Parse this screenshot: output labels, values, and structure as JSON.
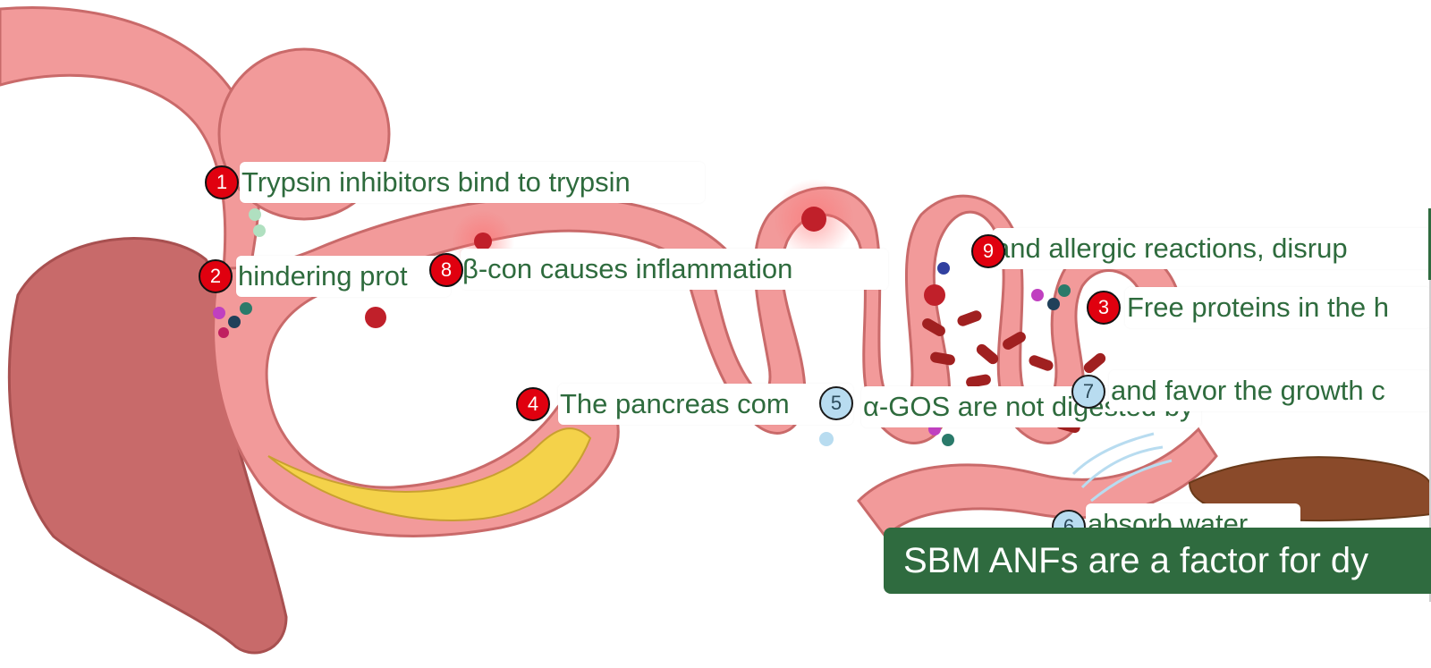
{
  "diagram": {
    "colors": {
      "gut_fill": "#f29a9a",
      "gut_outline": "#c96a6a",
      "liver": "#c86a6a",
      "pancreas": "#f4d24a",
      "stool": "#8a4a2a",
      "label_text": "#2e6b3d",
      "red_marker": "#e0000f",
      "blue_marker": "#b8dcf0",
      "banner_bg": "#2f6b3f"
    },
    "callouts": [
      {
        "number": "1",
        "text": "Trypsin inhibitors bind to trypsin",
        "style": "red"
      },
      {
        "number": "2",
        "text": "hindering prot",
        "style": "red"
      },
      {
        "number": "8",
        "text": "β-con causes inflammation",
        "style": "red"
      },
      {
        "number": "9",
        "text": "and allergic reactions, disrup",
        "style": "red"
      },
      {
        "number": "3",
        "text": "Free proteins in the h",
        "style": "red"
      },
      {
        "number": "4",
        "text": "The pancreas com",
        "style": "red"
      },
      {
        "number": "5",
        "text": "α-GOS are not digested by pro",
        "style": "blue"
      },
      {
        "number": "7",
        "text": "and favor the growth c",
        "style": "blue"
      },
      {
        "number": "6",
        "text": "absorb water",
        "style": "blue"
      }
    ],
    "banner": {
      "text": "SBM ANFs are a factor for dy"
    }
  }
}
